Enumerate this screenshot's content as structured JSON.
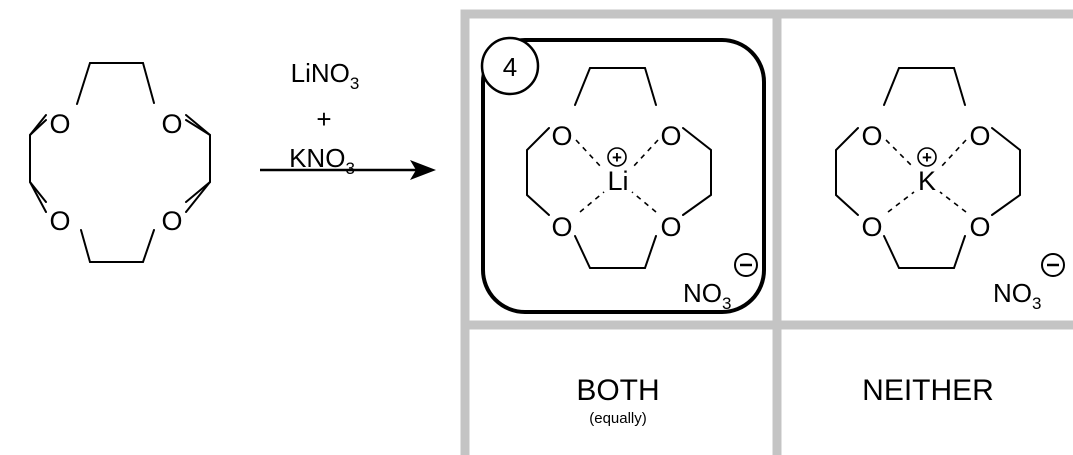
{
  "reaction": {
    "reagent_1": "LiNO",
    "reagent_1_sub": "3",
    "plus": "+",
    "reagent_2": "KNO",
    "reagent_2_sub": "3"
  },
  "atoms": {
    "oxygen": "O",
    "lithium": "Li",
    "potassium": "K",
    "counterion": "NO",
    "counterion_sub": "3"
  },
  "charges": {
    "positive": "+",
    "negative": "−"
  },
  "answer_grid": {
    "selected_badge": "4",
    "option_both": "BOTH",
    "option_both_note": "(equally)",
    "option_neither": "NEITHER"
  },
  "colors": {
    "grid_border": "#c4c4c4",
    "selection_border": "#000000",
    "ink": "#000000"
  }
}
